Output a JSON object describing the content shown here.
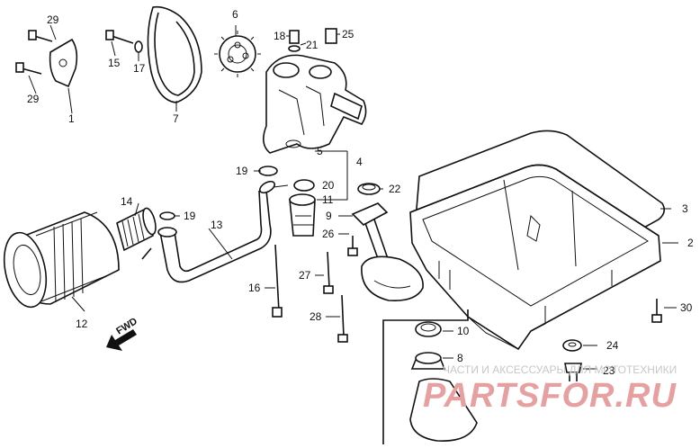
{
  "parts": {
    "p1": "1",
    "p3": "3",
    "p2": "2",
    "p4": "4",
    "p5": "5",
    "p6": "6",
    "p7": "7",
    "p8": "8",
    "p9": "9",
    "p10": "10",
    "p11": "11",
    "p12": "12",
    "p13": "13",
    "p14": "14",
    "p15": "15",
    "p16": "16",
    "p17": "17",
    "p18": "18",
    "p19a": "19",
    "p19b": "19",
    "p20": "20",
    "p21": "21",
    "p22": "22",
    "p23": "23",
    "p24": "24",
    "p25": "25",
    "p26": "26",
    "p27": "27",
    "p28": "28",
    "p29a": "29",
    "p29b": "29",
    "p30": "30"
  },
  "fwd_label": "FWD",
  "watermark": {
    "line1": "ЧАСТИ И АКСЕССУАРЫ ДЛЯ МОТОТЕХНИКИ",
    "line2": "PARTSFOR.RU"
  }
}
